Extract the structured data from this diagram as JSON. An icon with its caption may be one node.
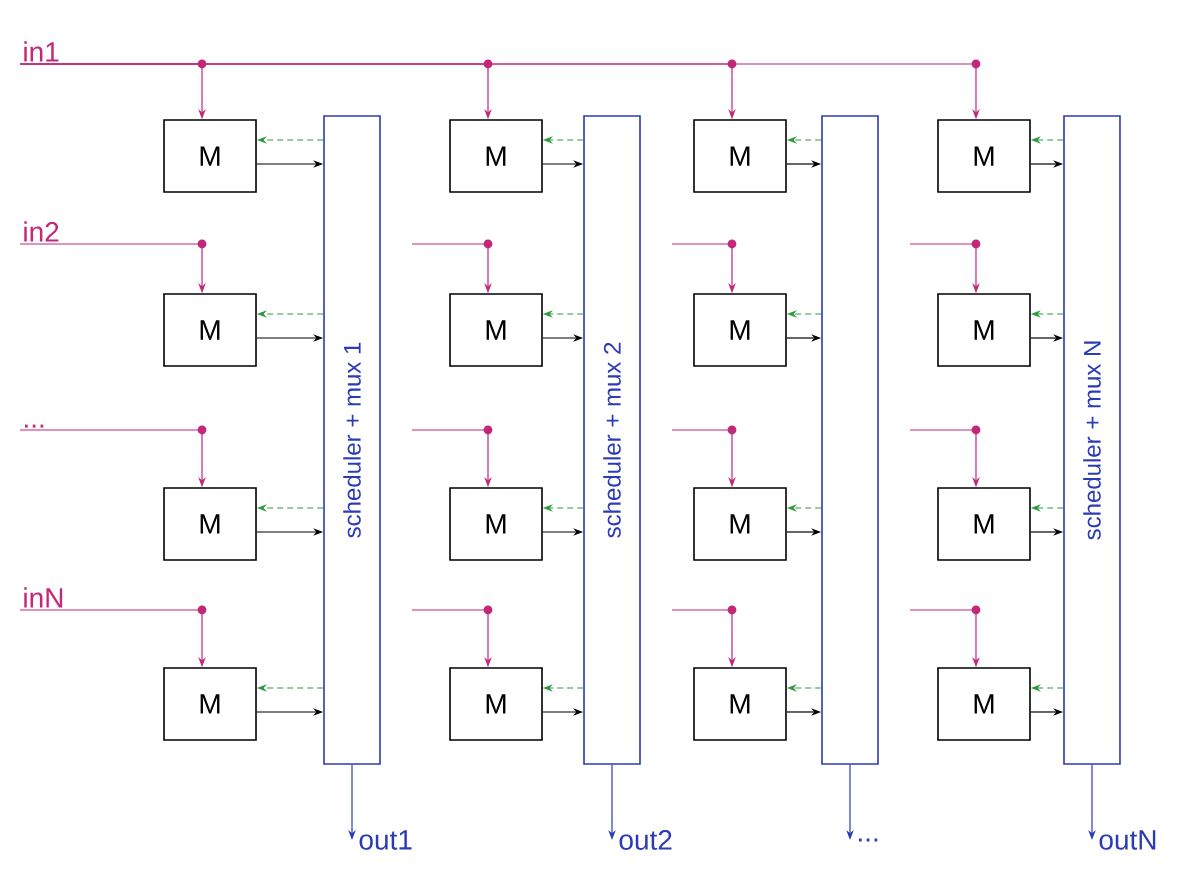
{
  "diagram": {
    "nodes": [
      {
        "text": [
          "in1"
        ]
      },
      {
        "text": [
          "in2"
        ]
      },
      {
        "text": [
          "..."
        ]
      },
      {
        "text": [
          "inN"
        ]
      },
      {
        "text": [
          "scheduler + mux 1"
        ]
      },
      {
        "text": [
          "scheduler + mux 2"
        ]
      },
      {
        "text": [],
        "shape": "bar"
      },
      {
        "text": [
          "scheduler + mux N"
        ]
      },
      {
        "text": [
          "M"
        ]
      },
      {
        "text": [
          "M"
        ]
      },
      {
        "text": [
          "M"
        ]
      },
      {
        "text": [
          "M"
        ]
      },
      {
        "text": [
          "M"
        ]
      },
      {
        "text": [
          "M"
        ]
      },
      {
        "text": [
          "M"
        ]
      },
      {
        "text": [
          "M"
        ]
      },
      {
        "text": [
          "M"
        ]
      },
      {
        "text": [
          "M"
        ]
      },
      {
        "text": [
          "M"
        ]
      },
      {
        "text": [
          "M"
        ]
      },
      {
        "text": [
          "M"
        ]
      },
      {
        "text": [
          "M"
        ]
      },
      {
        "text": [
          "M"
        ]
      },
      {
        "text": [
          "M"
        ]
      },
      {
        "text": [
          "out1"
        ]
      },
      {
        "text": [
          "out2"
        ]
      },
      {
        "text": [
          "..."
        ]
      },
      {
        "text": [
          "outN"
        ]
      }
    ],
    "edges": [
      {
        "from": 0,
        "to": 8,
        "arrow": "to",
        "color": "#c2277a"
      },
      {
        "from": 0,
        "to": 9,
        "arrow": "to",
        "color": "#c2277a"
      },
      {
        "from": 0,
        "to": 10,
        "arrow": "to",
        "color": "#c2277a"
      },
      {
        "from": 0,
        "to": 11,
        "arrow": "to",
        "color": "#c2277a"
      },
      {
        "from": 1,
        "to": 12,
        "arrow": "to",
        "color": "#c2277a"
      },
      {
        "from": null,
        "to": 13,
        "arrow": "to",
        "color": "#c2277a"
      },
      {
        "from": null,
        "to": 14,
        "arrow": "to",
        "color": "#c2277a"
      },
      {
        "from": null,
        "to": 15,
        "arrow": "to",
        "color": "#c2277a"
      },
      {
        "from": 2,
        "to": 16,
        "arrow": "to",
        "color": "#c2277a"
      },
      {
        "from": null,
        "to": 17,
        "arrow": "to",
        "color": "#c2277a"
      },
      {
        "from": null,
        "to": 18,
        "arrow": "to",
        "color": "#c2277a"
      },
      {
        "from": null,
        "to": 19,
        "arrow": "to",
        "color": "#c2277a"
      },
      {
        "from": 3,
        "to": 20,
        "arrow": "to",
        "color": "#c2277a"
      },
      {
        "from": null,
        "to": 21,
        "arrow": "to",
        "color": "#c2277a"
      },
      {
        "from": null,
        "to": 22,
        "arrow": "to",
        "color": "#c2277a"
      },
      {
        "from": null,
        "to": 23,
        "arrow": "to",
        "color": "#c2277a"
      },
      {
        "from": 8,
        "to": 4,
        "arrow": "to",
        "color": "#000000"
      },
      {
        "from": 9,
        "to": 5,
        "arrow": "to",
        "color": "#000000"
      },
      {
        "from": 10,
        "to": 6,
        "arrow": "to",
        "color": "#000000"
      },
      {
        "from": 11,
        "to": 7,
        "arrow": "to",
        "color": "#000000"
      },
      {
        "from": 12,
        "to": 4,
        "arrow": "to",
        "color": "#000000"
      },
      {
        "from": 13,
        "to": 5,
        "arrow": "to",
        "color": "#000000"
      },
      {
        "from": 14,
        "to": 6,
        "arrow": "to",
        "color": "#000000"
      },
      {
        "from": 15,
        "to": 7,
        "arrow": "to",
        "color": "#000000"
      },
      {
        "from": 16,
        "to": 4,
        "arrow": "to",
        "color": "#000000"
      },
      {
        "from": 17,
        "to": 5,
        "arrow": "to",
        "color": "#000000"
      },
      {
        "from": 18,
        "to": 6,
        "arrow": "to",
        "color": "#000000"
      },
      {
        "from": 19,
        "to": 7,
        "arrow": "to",
        "color": "#000000"
      },
      {
        "from": 20,
        "to": 4,
        "arrow": "to",
        "color": "#000000"
      },
      {
        "from": 21,
        "to": 5,
        "arrow": "to",
        "color": "#000000"
      },
      {
        "from": 22,
        "to": 6,
        "arrow": "to",
        "color": "#000000"
      },
      {
        "from": 23,
        "to": 7,
        "arrow": "to",
        "color": "#000000"
      },
      {
        "from": 4,
        "to": 8,
        "arrow": "to",
        "style": "dashed",
        "color": "#2e9a3e"
      },
      {
        "from": 5,
        "to": 9,
        "arrow": "to",
        "style": "dashed",
        "color": "#2e9a3e"
      },
      {
        "from": 6,
        "to": 10,
        "arrow": "to",
        "style": "dashed",
        "color": "#2e9a3e"
      },
      {
        "from": 7,
        "to": 11,
        "arrow": "to",
        "style": "dashed",
        "color": "#2e9a3e"
      },
      {
        "from": 4,
        "to": 12,
        "arrow": "to",
        "style": "dashed",
        "color": "#2e9a3e"
      },
      {
        "from": 5,
        "to": 13,
        "arrow": "to",
        "style": "dashed",
        "color": "#2e9a3e"
      },
      {
        "from": 6,
        "to": 14,
        "arrow": "to",
        "style": "dashed",
        "color": "#2e9a3e"
      },
      {
        "from": 7,
        "to": 15,
        "arrow": "to",
        "style": "dashed",
        "color": "#2e9a3e"
      },
      {
        "from": 4,
        "to": 16,
        "arrow": "to",
        "style": "dashed",
        "color": "#2e9a3e"
      },
      {
        "from": 5,
        "to": 17,
        "arrow": "to",
        "style": "dashed",
        "color": "#2e9a3e"
      },
      {
        "from": 6,
        "to": 18,
        "arrow": "to",
        "style": "dashed",
        "color": "#2e9a3e"
      },
      {
        "from": 7,
        "to": 19,
        "arrow": "to",
        "style": "dashed",
        "color": "#2e9a3e"
      },
      {
        "from": 4,
        "to": 20,
        "arrow": "to",
        "style": "dashed",
        "color": "#2e9a3e"
      },
      {
        "from": 5,
        "to": 21,
        "arrow": "to",
        "style": "dashed",
        "color": "#2e9a3e"
      },
      {
        "from": 6,
        "to": 22,
        "arrow": "to",
        "style": "dashed",
        "color": "#2e9a3e"
      },
      {
        "from": 7,
        "to": 23,
        "arrow": "to",
        "style": "dashed",
        "color": "#2e9a3e"
      },
      {
        "from": 4,
        "to": 24,
        "arrow": "to",
        "color": "#2b3bb5"
      },
      {
        "from": 5,
        "to": 25,
        "arrow": "to",
        "color": "#2b3bb5"
      },
      {
        "from": 6,
        "to": 26,
        "arrow": "to",
        "color": "#2b3bb5"
      },
      {
        "from": 7,
        "to": 27,
        "arrow": "to",
        "color": "#2b3bb5"
      }
    ]
  }
}
